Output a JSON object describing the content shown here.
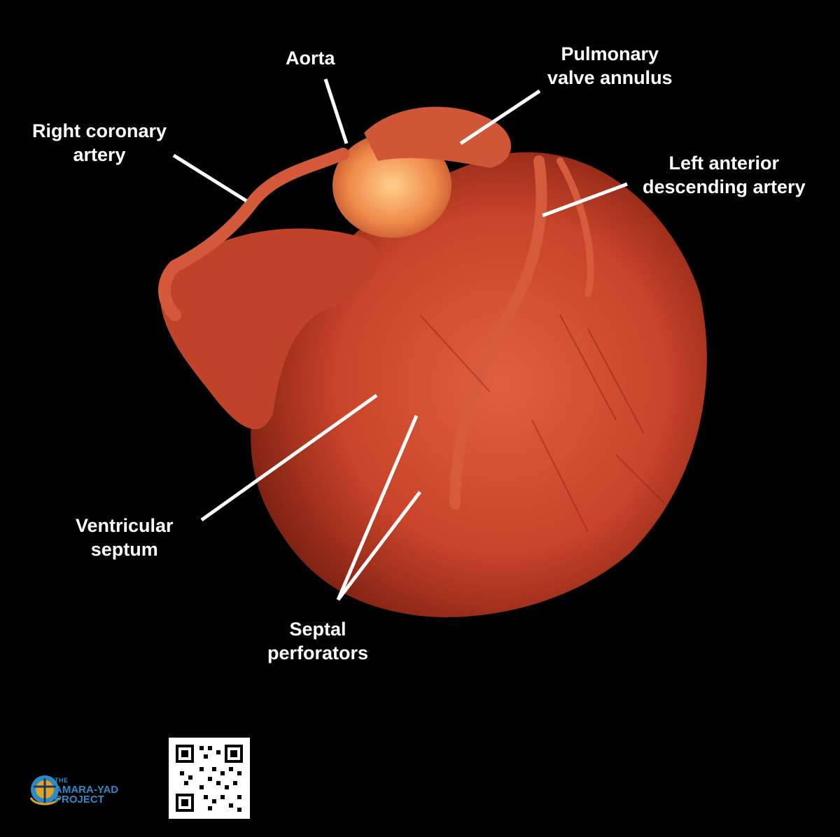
{
  "labels": {
    "aorta": "Aorta",
    "pulmonary_1": "Pulmonary",
    "pulmonary_2": "valve annulus",
    "rca_1": "Right coronary",
    "rca_2": "artery",
    "lad_1": "Left anterior",
    "lad_2": "descending artery",
    "septum_1": "Ventricular",
    "septum_2": "septum",
    "septal_1": "Septal",
    "septal_2": "perforators"
  },
  "logo": {
    "line1": "THE",
    "line2": "AMARA-YAD",
    "line3": "PROJECT"
  },
  "colors": {
    "background": "#000000",
    "tissue": "#c9442a",
    "label": "#ffffff",
    "logo_blue": "#2c8ac6",
    "logo_gold": "#e0a22a"
  }
}
